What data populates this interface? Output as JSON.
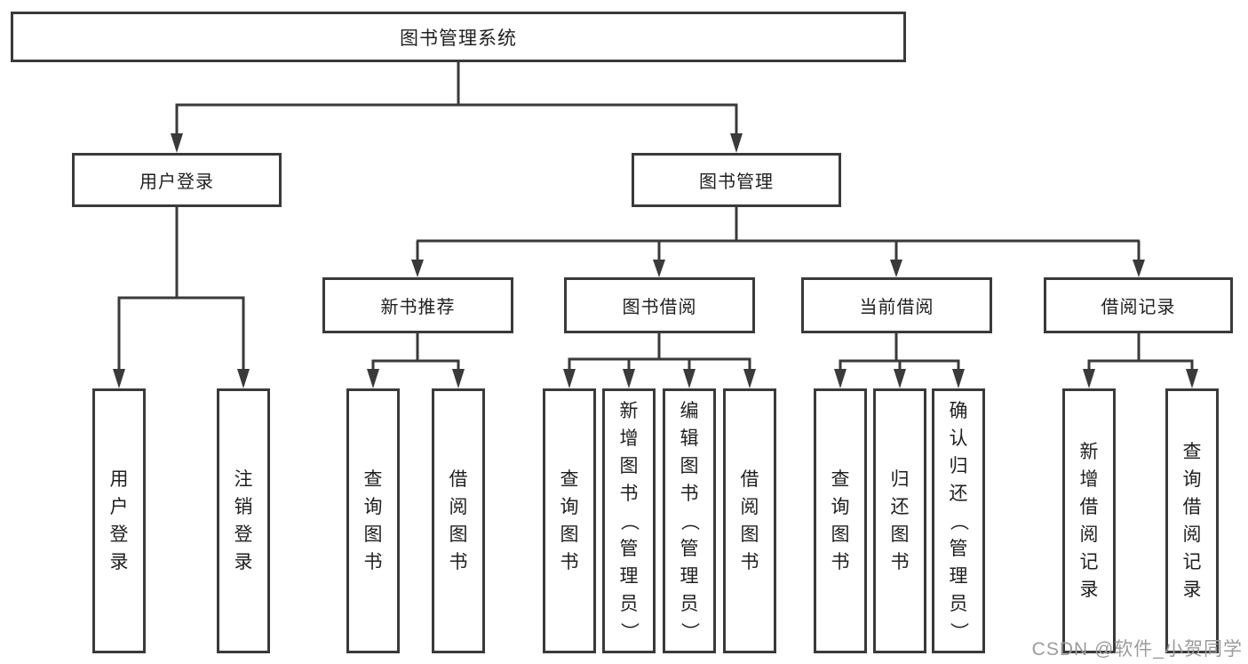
{
  "colors": {
    "line": "#3a3a3a",
    "text": "#1f1f1f",
    "background": "#ffffff",
    "watermark": "#9c9c9c"
  },
  "watermark": {
    "text": "CSDN @软件_小贺同学"
  },
  "diagram": {
    "root": {
      "label": "图书管理系统"
    },
    "branches": [
      {
        "label": "用户登录",
        "leaves": [
          {
            "label": "用户登录"
          },
          {
            "label": "注销登录"
          }
        ]
      },
      {
        "label": "图书管理",
        "groups": [
          {
            "label": "新书推荐",
            "leaves": [
              {
                "label": "查询图书"
              },
              {
                "label": "借阅图书"
              }
            ]
          },
          {
            "label": "图书借阅",
            "leaves": [
              {
                "label": "查询图书"
              },
              {
                "label": "新增图书（管理员）"
              },
              {
                "label": "编辑图书（管理员）"
              },
              {
                "label": "借阅图书"
              }
            ]
          },
          {
            "label": "当前借阅",
            "leaves": [
              {
                "label": "查询图书"
              },
              {
                "label": "归还图书"
              },
              {
                "label": "确认归还（管理员）"
              }
            ]
          },
          {
            "label": "借阅记录",
            "leaves": [
              {
                "label": "新增借阅记录"
              },
              {
                "label": "查询借阅记录"
              }
            ]
          }
        ]
      }
    ]
  }
}
